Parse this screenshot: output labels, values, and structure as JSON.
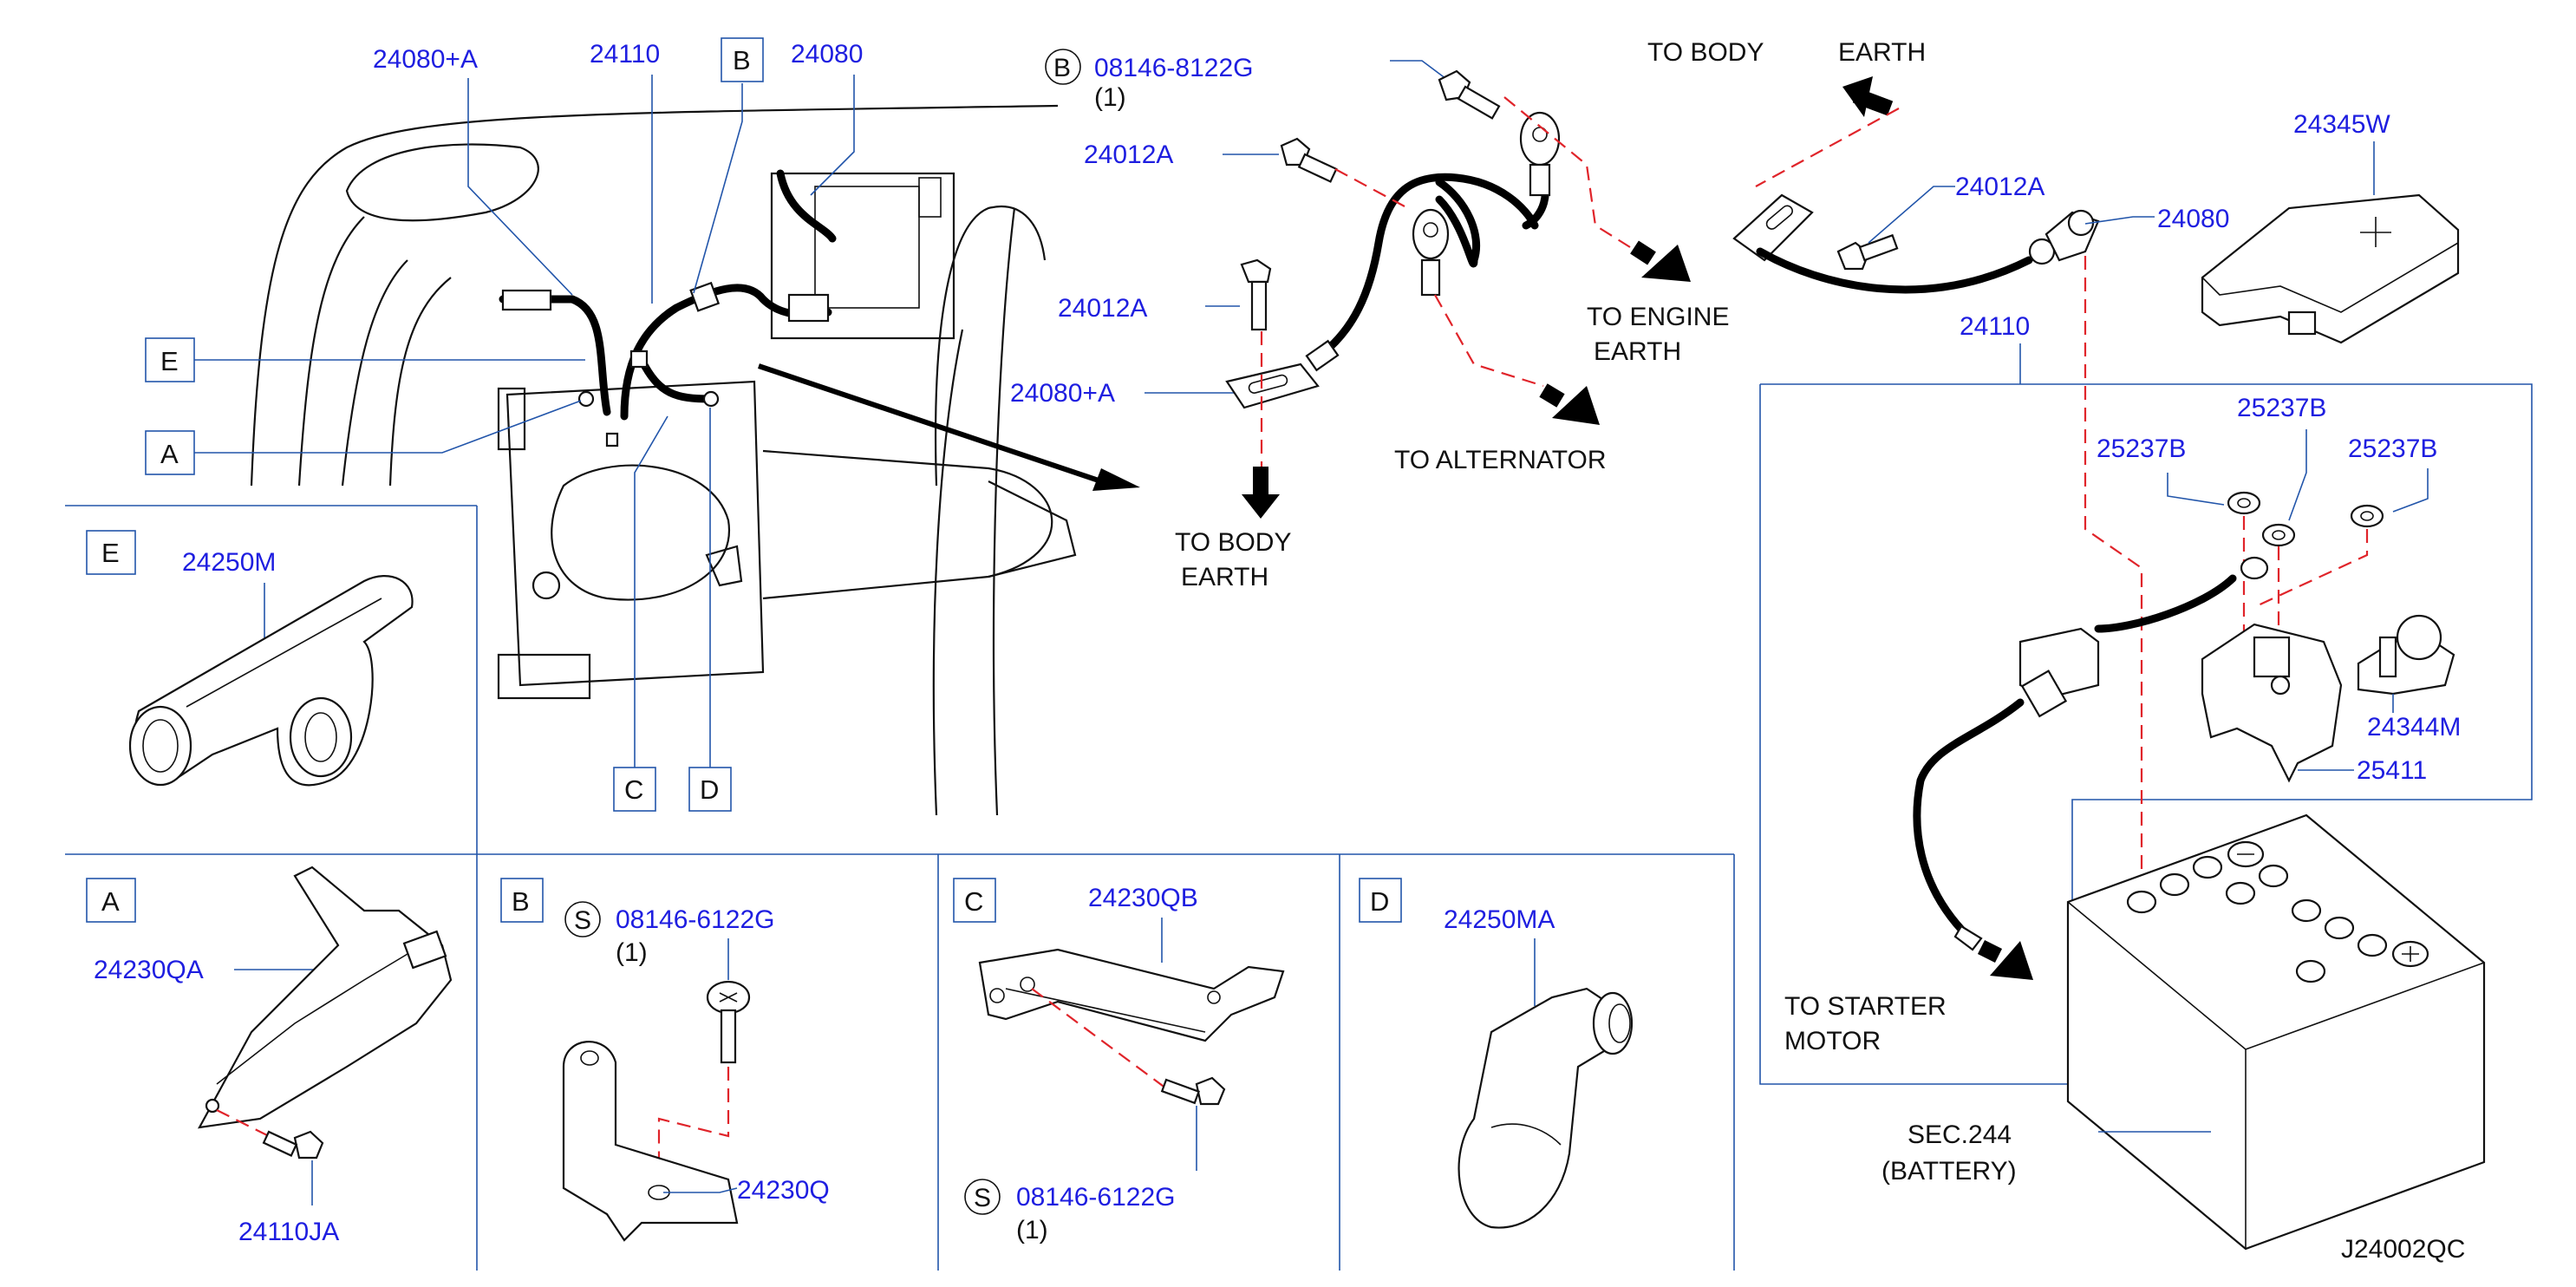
{
  "diagram_id": "J24002QC",
  "callouts": {
    "c24080A_top": "24080+A",
    "c24110_top": "24110",
    "c24080_top": "24080",
    "bolt_b_top": "08146-8122G",
    "bolt_b_top_qty": "(1)",
    "c24012A_1": "24012A",
    "c24012A_2": "24012A",
    "c24080A_mid": "24080+A",
    "c24012A_right": "24012A",
    "c24080_right": "24080",
    "c24345W": "24345W",
    "c24110_right": "24110",
    "c25237B_1": "25237B",
    "c25237B_2": "25237B",
    "c25237B_3": "25237B",
    "c24344M": "24344M",
    "c25411": "25411",
    "c24250M": "24250M",
    "c24230QA": "24230QA",
    "c24110JA": "24110JA",
    "bolt_b_detail": "08146-6122G",
    "bolt_b_detail_qty": "(1)",
    "c24230Q": "24230Q",
    "c24230QB": "24230QB",
    "bolt_c_detail": "08146-6122G",
    "bolt_c_detail_qty": "(1)",
    "c24250MA": "24250MA"
  },
  "arrows": {
    "to_body_earth_top_1": "TO  BODY",
    "to_body_earth_top_2": "EARTH",
    "to_engine_earth_1": "TO  ENGINE",
    "to_engine_earth_2": "EARTH",
    "to_alternator": "TO  ALTERNATOR",
    "to_body_earth_mid_1": "TO  BODY",
    "to_body_earth_mid_2": "EARTH",
    "to_starter_1": "TO  STARTER",
    "to_starter_2": "MOTOR"
  },
  "battery": {
    "sec": "SEC.244",
    "name": "(BATTERY)"
  },
  "detail_letters": {
    "A": "A",
    "B": "B",
    "C": "C",
    "D": "D",
    "E": "E"
  },
  "symbols": {
    "bolt_s": "S",
    "bolt_b": "B"
  },
  "colors": {
    "callout": "#1e1ee0",
    "dashed_leader": "#e0242a",
    "line": "#111111"
  }
}
